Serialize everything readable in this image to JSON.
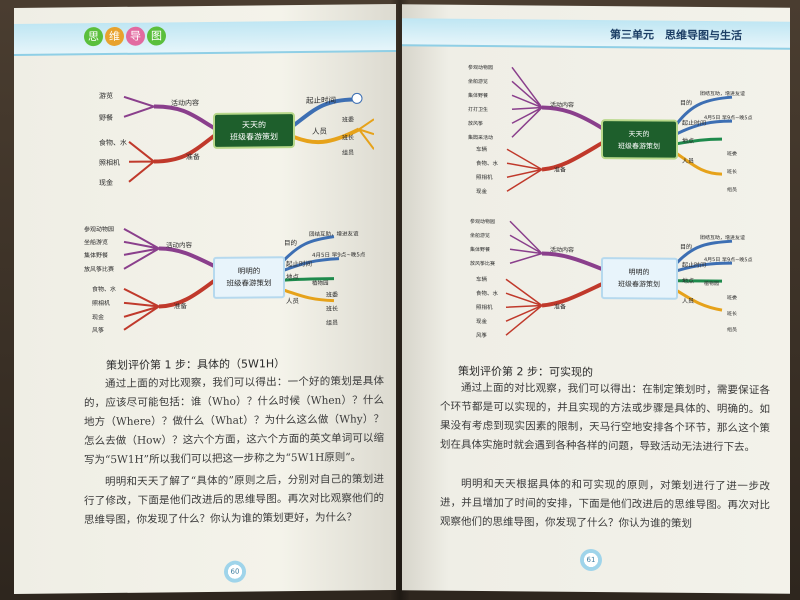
{
  "left_page": {
    "header_brand": [
      "思",
      "维",
      "导",
      "图"
    ],
    "map1": {
      "center": [
        "天天的",
        "班级春游策划"
      ],
      "left": {
        "activities": "活动内容",
        "act_items": [
          "游览",
          "野餐"
        ],
        "prepare": "准备",
        "prep_items": [
          "食物、水",
          "照相机",
          "现金"
        ]
      },
      "right": {
        "time": "起止时间",
        "people": "人员",
        "people_items": [
          "班委",
          "班长",
          "组员"
        ]
      }
    },
    "map2": {
      "center": [
        "明明的",
        "班级春游策划"
      ],
      "left": {
        "activities": "活动内容",
        "act_items": [
          "参观动物园",
          "坐船游览",
          "集体野餐",
          "放风筝比赛"
        ],
        "prepare": "准备",
        "prep_items": [
          "食物、水",
          "照相机",
          "现金",
          "风筝"
        ]
      },
      "right": {
        "goal": "目的",
        "goal_text": "团结互助，增进友谊",
        "time": "起止时间",
        "time_text": "4月5日 早9点~晚5点",
        "place": "地点",
        "place_text": "植物园",
        "people": "人员",
        "people_items": [
          "班委",
          "班长",
          "组员"
        ]
      }
    },
    "heading": "策划评价第 1 步：具体的（5W1H）",
    "para1": "通过上面的对比观察，我们可以得出：一个好的策划是具体的，应该尽可能包括：谁（Who）？什么时候（When）？什么地方（Where）？做什么（What）？为什么这么做（Why）？怎么去做（How）？这六个方面，这六个方面的英文单词可以缩写为“5W1H”所以我们可以把这一步称之为“5W1H原则”。",
    "para2": "明明和天天了解了“具体的”原则之后，分别对自己的策划进行了修改，下面是他们改进后的思维导图。再次对比观察他们的思维导图，你发现了什么？你认为谁的策划更好，为什么？",
    "page_number": "60"
  },
  "right_page": {
    "unit_title": "第三单元　思维导图与生活",
    "map1": {
      "center": [
        "天天的",
        "班级春游策划"
      ],
      "left": {
        "activities": "活动内容",
        "act_items": [
          "参观动物园",
          "坐船游览",
          "集体野餐",
          "打打卫生",
          "放风筝",
          "集园采活动"
        ],
        "prepare": "准备",
        "prep_items": [
          "车辆",
          "食物、水",
          "照相机",
          "现金"
        ]
      },
      "right": {
        "goal": "目的",
        "goal_text": "团结互助，增进友谊",
        "time": "起止时间",
        "time_text": "4月5日 早9点~晚5点",
        "place": "地点",
        "people": "人员",
        "people_items": [
          "班委",
          "班长",
          "组员"
        ]
      }
    },
    "map2": {
      "center": [
        "明明的",
        "班级春游策划"
      ],
      "left": {
        "activities": "活动内容",
        "act_items": [
          "参观动物园",
          "坐船游览",
          "集体野餐",
          "放风筝比赛"
        ],
        "prepare": "准备",
        "prep_items": [
          "车辆",
          "食物、水",
          "照相机",
          "现金",
          "风筝"
        ]
      },
      "right": {
        "goal": "目的",
        "goal_text": "团结互助，增进友谊",
        "time": "起止时间",
        "time_text": "4月5日 早9点~晚5点",
        "place": "地点",
        "place_text": "植物园",
        "people": "人员",
        "people_items": [
          "班委",
          "班长",
          "组员"
        ]
      }
    },
    "heading": "策划评价第 2 步：可实现的",
    "para1": "通过上面的对比观察，我们可以得出：在制定策划时，需要保证各个环节都是可以实现的，并且实现的方法或步骤是具体的、明确的。如果没有考虑到现实因素的限制，天马行空地安排各个环节，那么这个策划在具体实施时就会遇到各种各样的问题，导致活动无法进行下去。",
    "para2": "明明和天天根据具体的和可实现的原则，对策划进行了进一步改进，并且增加了时间的安排，下面是他们改进后的思维导图。再次对比观察他们的思维导图，你发现了什么？你认为谁的策划",
    "page_number": "61"
  },
  "colors": {
    "map_green": "#1e5f2c",
    "map_blue": "#3d6fb3",
    "map_purple": "#8a3f8c",
    "map_red": "#c0392b"
  }
}
